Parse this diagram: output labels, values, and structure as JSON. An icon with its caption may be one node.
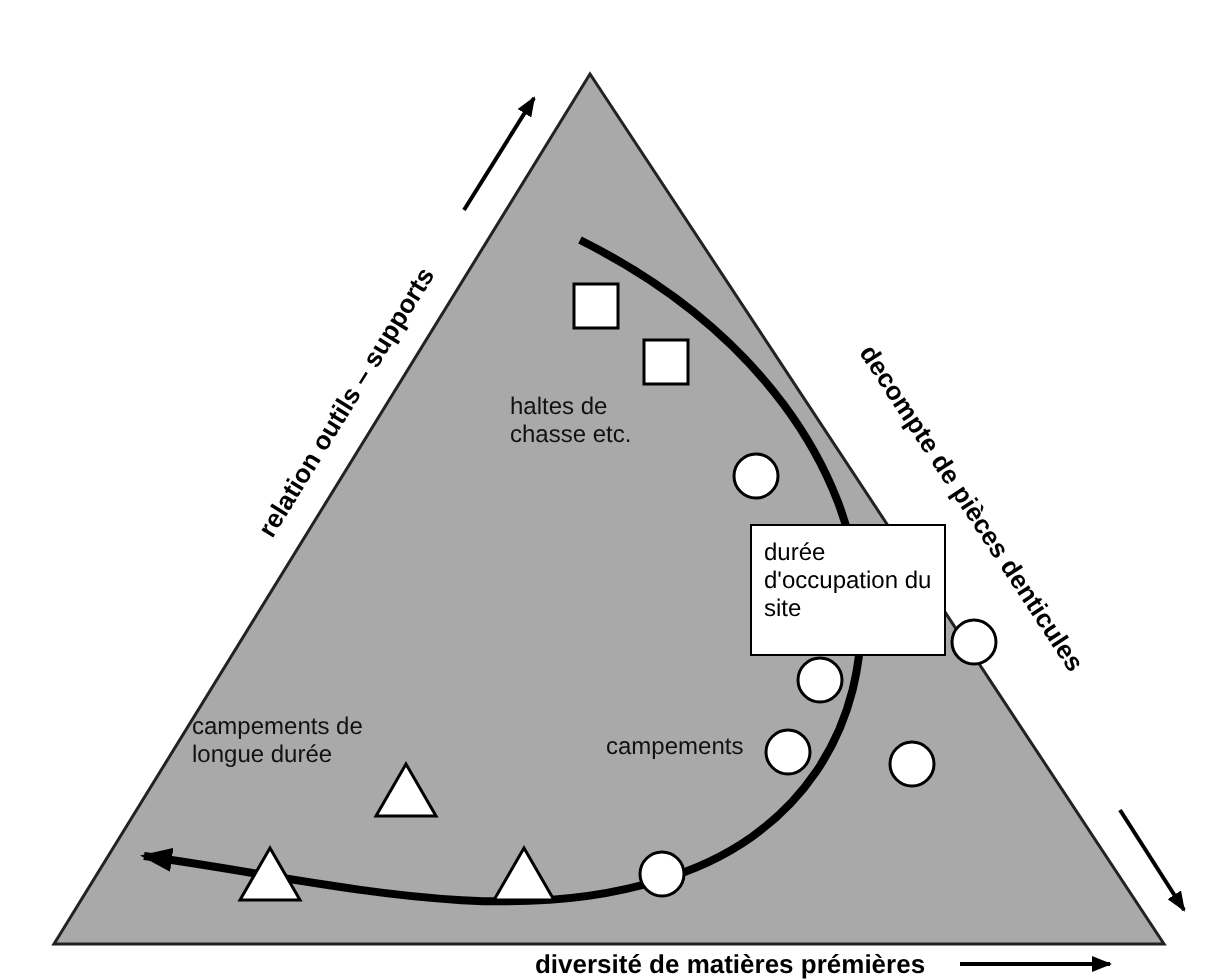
{
  "diagram": {
    "nodes": [
      {
        "text": [
          "durée d'occupation du site"
        ]
      }
    ],
    "labels": [
      "relation outils – supports",
      "decompte de pièces denticules",
      "haltes de chasse etc.",
      "campements",
      "campements de longue durée",
      "diversité de matières prémières"
    ]
  }
}
